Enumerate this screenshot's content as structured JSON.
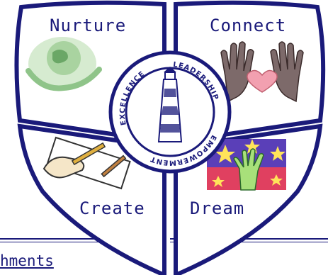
{
  "crest": {
    "quadrants": [
      {
        "id": "nurture",
        "label": "Nurture",
        "image": "earth-globe-in-hands-icon"
      },
      {
        "id": "connect",
        "label": "Connect",
        "image": "open-hands-with-heart-icon"
      },
      {
        "id": "create",
        "label": "Create",
        "image": "hand-writing-with-pencil-icon"
      },
      {
        "id": "dream",
        "label": "Dream",
        "image": "hand-reaching-for-stars-icon"
      }
    ],
    "seal_text": [
      "EXCELLENCE",
      "LEADERSHIP",
      "EMPOWERMENT"
    ],
    "seal_image": "lighthouse-icon",
    "colors": {
      "outline": "#1a1a7a",
      "text": "#1a1a7a",
      "background": "#ffffff",
      "heart": "#f2a0b0",
      "sky": "#5a3fb8",
      "star": "#ffe45a"
    }
  },
  "footer_link_text": "hments"
}
